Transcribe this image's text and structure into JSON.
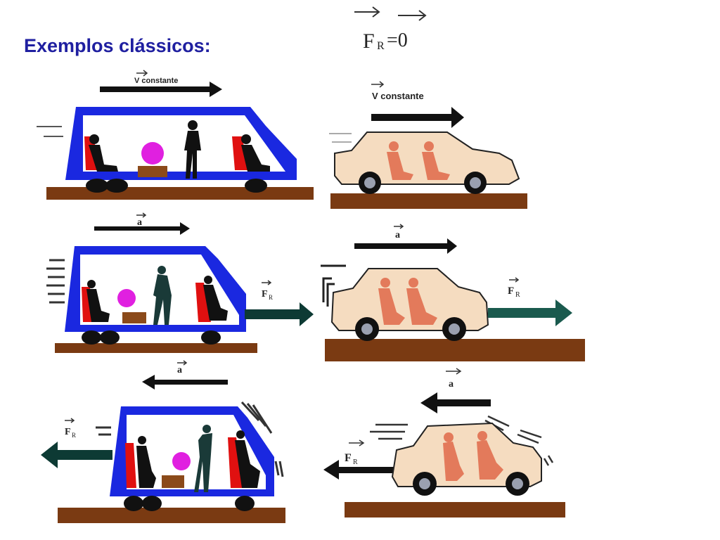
{
  "slide": {
    "title": "Exemplos clássicos:",
    "formula": {
      "lhs": "F",
      "subscript": "R",
      "rhs": "=0"
    }
  },
  "labels": {
    "velocity": "V constante",
    "velocity_symbol": "V",
    "velocity_word": "constante",
    "acceleration": "a",
    "resultant_force": "F",
    "resultant_sub": "R"
  },
  "colors": {
    "title": "#1f1fa0",
    "blue_car": "#1a28e0",
    "seat": "#e01010",
    "ball": "#e020e0",
    "ground": "#7a3a12",
    "force_arrow": "#0d3a34",
    "car_body": "#f5dcc0"
  },
  "rows": [
    {
      "state": "constant-velocity"
    },
    {
      "state": "accelerating-forward"
    },
    {
      "state": "accelerating-backward"
    }
  ]
}
